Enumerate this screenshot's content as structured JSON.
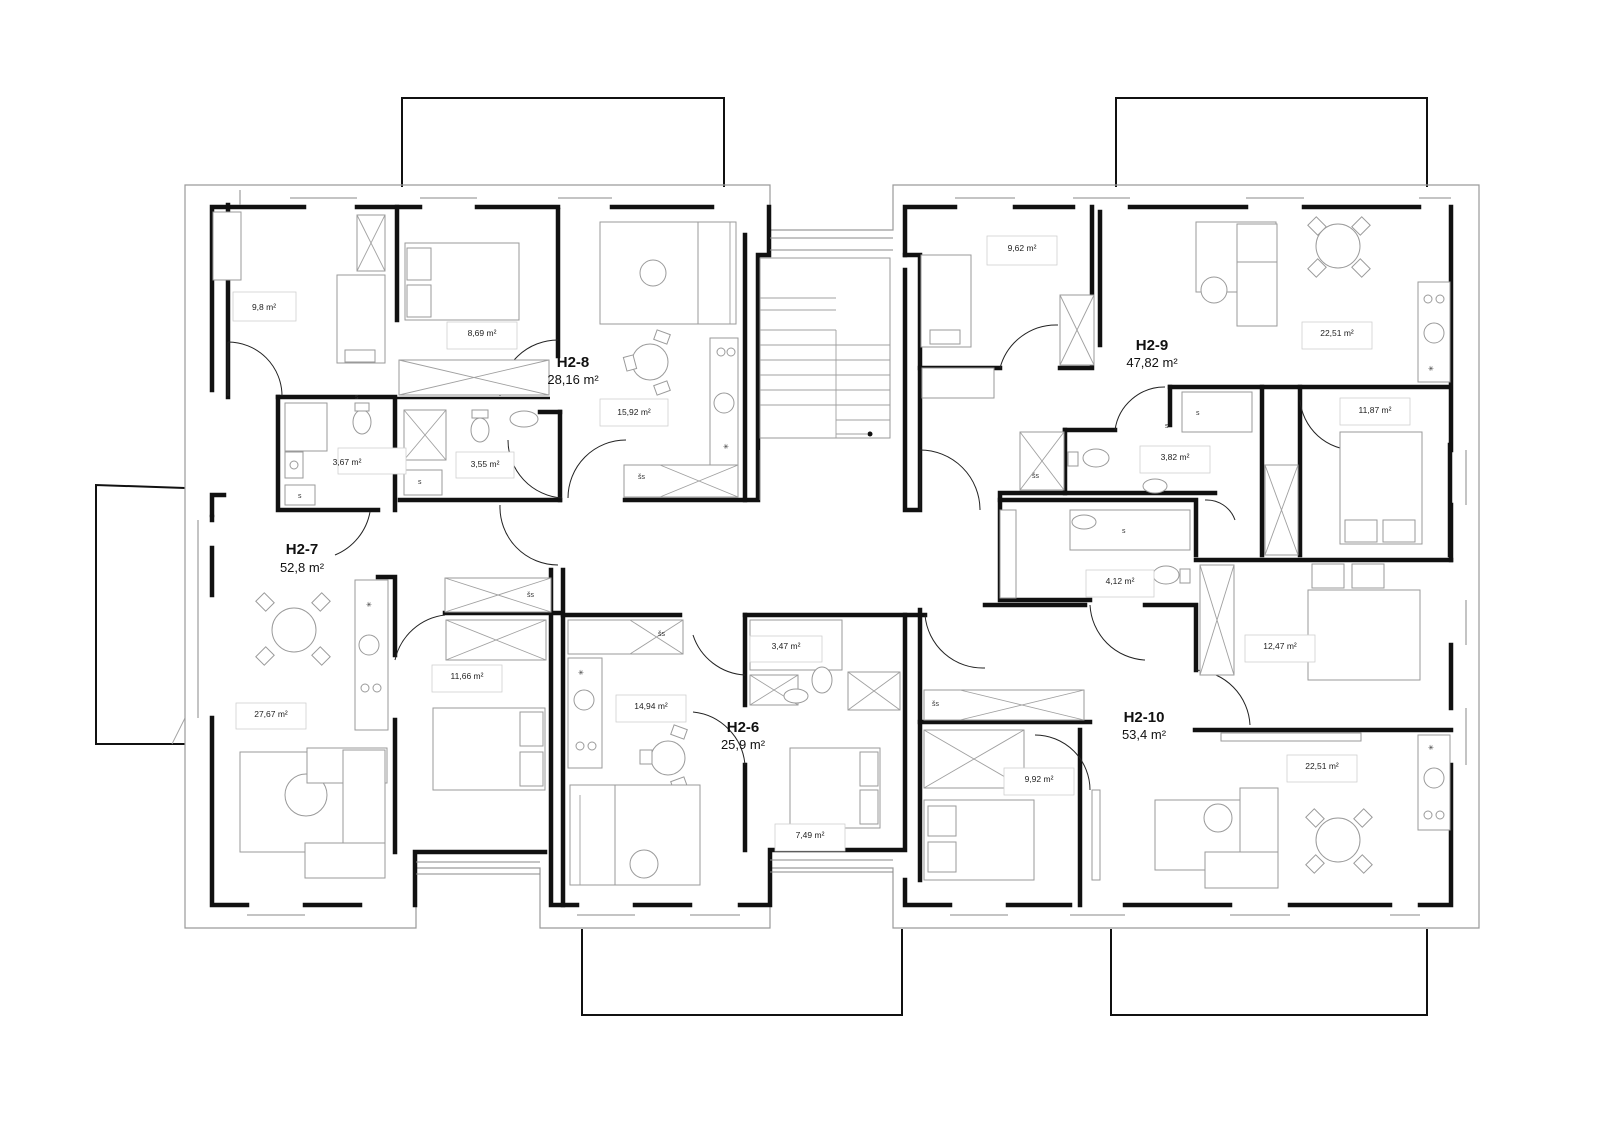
{
  "apartments": [
    {
      "id": "H2-7",
      "area": "52,8 m²"
    },
    {
      "id": "H2-8",
      "area": "28,16 m²"
    },
    {
      "id": "H2-9",
      "area": "47,82 m²"
    },
    {
      "id": "H2-6",
      "area": "25,9 m²"
    },
    {
      "id": "H2-10",
      "area": "53,4 m²"
    }
  ],
  "rooms": [
    {
      "name": "room-h2-7-bedroom",
      "area": "9,8 m²"
    },
    {
      "name": "room-h2-8-bedroom",
      "area": "8,69 m²"
    },
    {
      "name": "room-h2-7-bathroom",
      "area": "3,67 m²"
    },
    {
      "name": "room-h2-8-bathroom",
      "area": "3,55 m²"
    },
    {
      "name": "room-h2-8-living",
      "area": "15,92 m²"
    },
    {
      "name": "room-h2-9-bedroom-a",
      "area": "9,62 m²"
    },
    {
      "name": "room-h2-9-living",
      "area": "22,51 m²"
    },
    {
      "name": "room-h2-9-bedroom-b",
      "area": "11,87 m²"
    },
    {
      "name": "room-h2-9-bathroom",
      "area": "3,82 m²"
    },
    {
      "name": "room-h2-10-bathroom",
      "area": "4,12 m²"
    },
    {
      "name": "room-h2-10-bedroom-a",
      "area": "12,47 m²"
    },
    {
      "name": "room-h2-7-bedroom-b",
      "area": "11,66 m²"
    },
    {
      "name": "room-h2-7-living",
      "area": "27,67 m²"
    },
    {
      "name": "room-h2-6-bathroom",
      "area": "3,47 m²"
    },
    {
      "name": "room-h2-6-living",
      "area": "14,94 m²"
    },
    {
      "name": "room-h2-6-bedroom",
      "area": "7,49 m²"
    },
    {
      "name": "room-h2-10-bedroom-b",
      "area": "9,92 m²"
    },
    {
      "name": "room-h2-10-living",
      "area": "22,51 m²"
    }
  ],
  "fixture_tags": {
    "shower": "šs",
    "washer": "s"
  }
}
